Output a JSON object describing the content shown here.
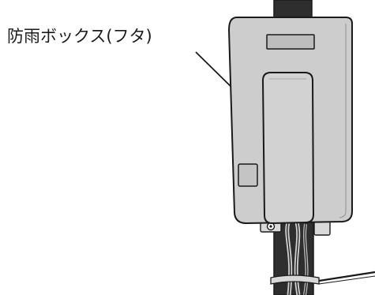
{
  "callout": {
    "label": "防雨ボックス(フタ)"
  },
  "colors": {
    "box_fill": "#cdcdcd",
    "box_shade": "#b4b4b4",
    "pole_fill": "#2e2e2e",
    "outline": "#1a1a1a",
    "background": "#ffffff"
  },
  "icons": {
    "leader_line": "leader-line",
    "rain_box": "weatherproof-box-illustration"
  }
}
